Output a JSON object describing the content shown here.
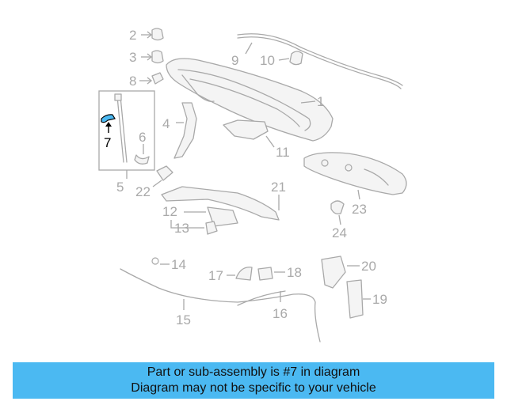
{
  "diagram": {
    "labels": [
      "1",
      "2",
      "3",
      "4",
      "5",
      "6",
      "7",
      "8",
      "9",
      "10",
      "11",
      "12",
      "13",
      "14",
      "15",
      "16",
      "17",
      "18",
      "19",
      "20",
      "21",
      "22",
      "23",
      "24"
    ],
    "highlight_label": "7",
    "highlight_color": "#4bb9f2",
    "label_color": "#a9a9a9"
  },
  "banner": {
    "line1": "Part or sub-assembly is #7 in diagram",
    "line2": "Diagram may not be specific to your vehicle",
    "background": "#4bb9f2"
  }
}
